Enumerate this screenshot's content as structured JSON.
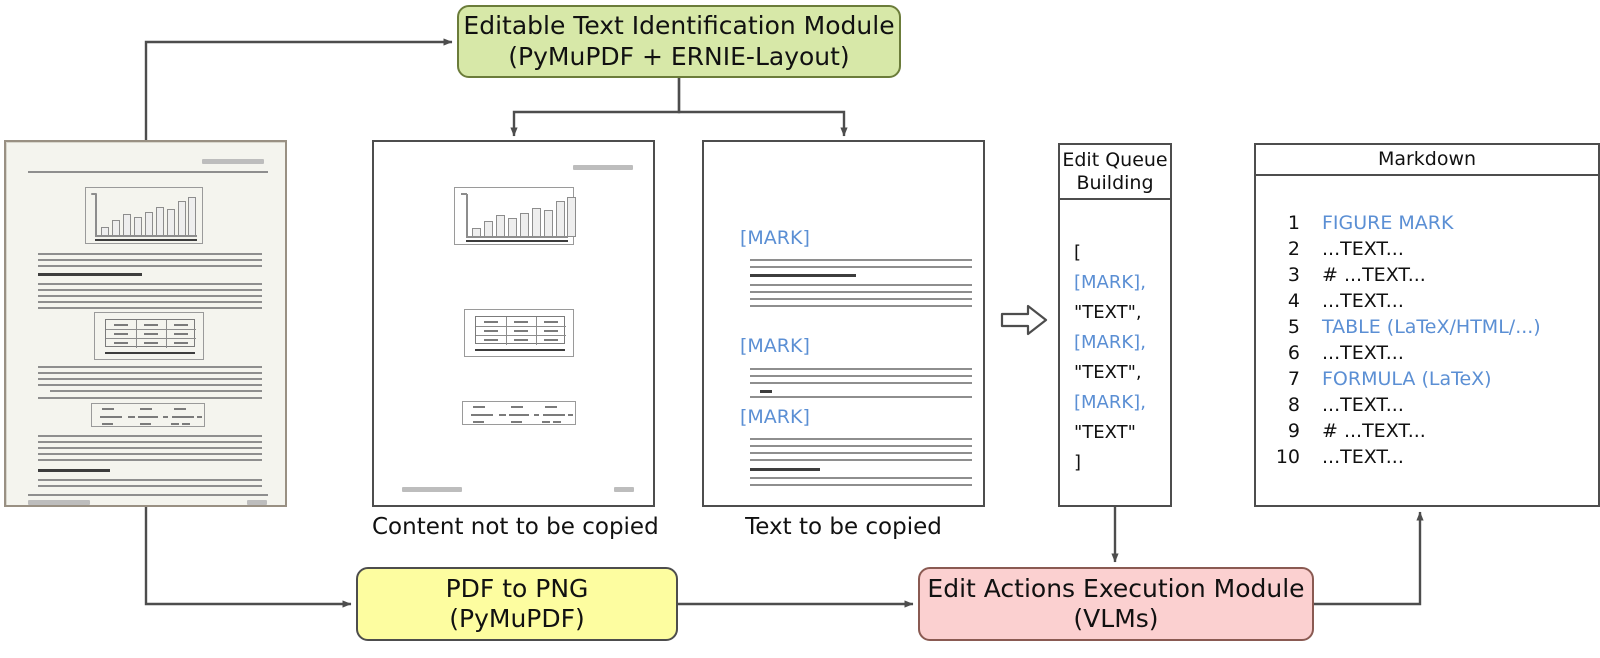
{
  "boxes": {
    "editable_module": {
      "line1": "Editable Text Identification Module",
      "line2": "(PyMuPDF + ERNIE-Layout)",
      "fill": "#d7e8a8",
      "stroke": "#6b7c3a"
    },
    "pdf_to_png": {
      "line1": "PDF to PNG",
      "line2": "(PyMuPDF)",
      "fill": "#fdfda0",
      "stroke": "#4d4d4d"
    },
    "edit_actions": {
      "line1": "Edit Actions Execution Module",
      "line2": "(VLMs)",
      "fill": "#fbd0d0",
      "stroke": "#8a5a52"
    }
  },
  "documents": {
    "source": {
      "caption": ""
    },
    "nocopy": {
      "caption": "Content not to be copied"
    },
    "copy": {
      "caption": "Text to be copied",
      "marks": [
        "[MARK]",
        "[MARK]",
        "[MARK]"
      ],
      "mark_color": "#5b8fd4"
    }
  },
  "queue_panel": {
    "title_line1": "Edit Queue",
    "title_line2": "Building",
    "items": [
      {
        "text": "[",
        "kind": "plain"
      },
      {
        "text": "[MARK],",
        "kind": "mark"
      },
      {
        "text": "\"TEXT\",",
        "kind": "plain"
      },
      {
        "text": "[MARK],",
        "kind": "mark"
      },
      {
        "text": "\"TEXT\",",
        "kind": "plain"
      },
      {
        "text": "[MARK],",
        "kind": "mark"
      },
      {
        "text": "\"TEXT\"",
        "kind": "plain"
      },
      {
        "text": "]",
        "kind": "plain"
      }
    ]
  },
  "markdown_panel": {
    "title": "Markdown",
    "rows": [
      {
        "num": "1",
        "text": "FIGURE MARK",
        "highlight": true
      },
      {
        "num": "2",
        "text": "...TEXT...",
        "highlight": false
      },
      {
        "num": "3",
        "text": "# ...TEXT...",
        "highlight": false
      },
      {
        "num": "4",
        "text": "...TEXT...",
        "highlight": false
      },
      {
        "num": "5",
        "text": "TABLE (LaTeX/HTML/...)",
        "highlight": true
      },
      {
        "num": "6",
        "text": "...TEXT...",
        "highlight": false
      },
      {
        "num": "7",
        "text": "FORMULA (LaTeX)",
        "highlight": true
      },
      {
        "num": "8",
        "text": "...TEXT...",
        "highlight": false
      },
      {
        "num": "9",
        "text": "# ...TEXT...",
        "highlight": false
      },
      {
        "num": "10",
        "text": "...TEXT...",
        "highlight": false
      }
    ]
  },
  "colors": {
    "accent_blue": "#5b8fd4",
    "wire": "#4d4d4d",
    "paper": "#f4f4ee"
  }
}
